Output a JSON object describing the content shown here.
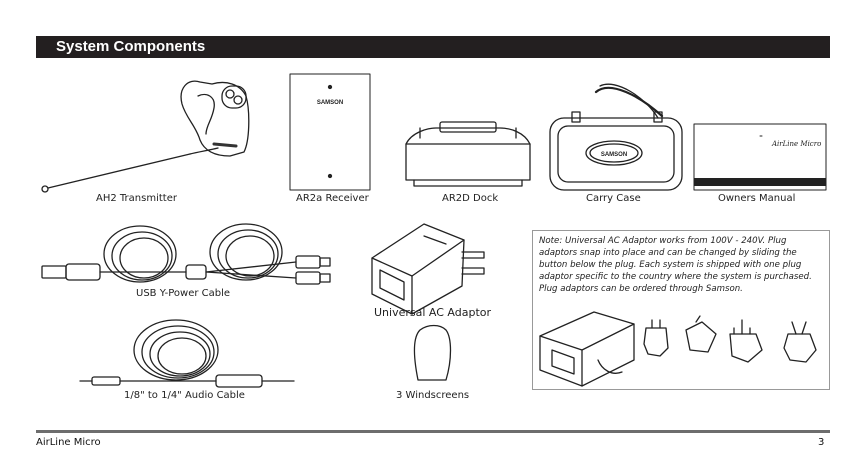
{
  "section_title": "System Components",
  "components": {
    "transmitter": "AH2 Transmitter",
    "receiver": "AR2a Receiver",
    "dock": "AR2D Dock",
    "case": "Carry Case",
    "manual": "Owners Manual",
    "usb_cable": "USB Y-Power Cable",
    "adaptor": "Universal AC Adaptor",
    "audio_cable": "1/8\" to 1/4\" Audio Cable",
    "windscreens": "3 Windscreens"
  },
  "brand_text": "SAMSON",
  "manual_cover_text": "AirLine Micro",
  "note_text": "Note: Universal AC Adaptor works from 100V - 240V. Plug adaptors snap into place and can be changed by sliding the button below the plug. Each system is shipped with one plug adaptor specific to the country where the system is purchased. Plug adaptors can be ordered through Samson.",
  "footer": {
    "product": "AirLine Micro",
    "page_number": "3"
  }
}
